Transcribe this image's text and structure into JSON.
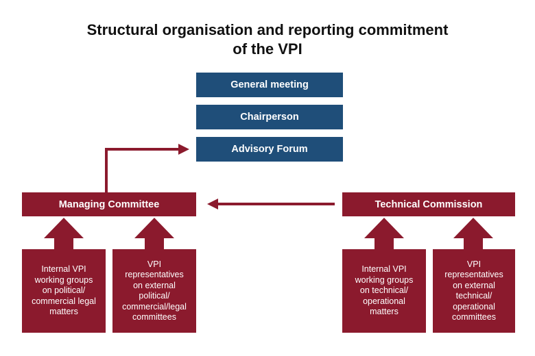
{
  "title": {
    "line1": "Structural organisation and reporting commitment",
    "line2": "of the VPI"
  },
  "top_boxes": {
    "general_meeting": "General meeting",
    "chairperson": "Chairperson",
    "advisory_forum": "Advisory Forum"
  },
  "managing_committee": {
    "label": "Managing Committee",
    "sub1": [
      "Internal VPI",
      "working groups",
      "on political/",
      "commercial legal",
      "matters"
    ],
    "sub2": [
      "VPI",
      "representatives",
      "on external",
      "political/",
      "commercial/legal",
      "committees"
    ]
  },
  "technical_commission": {
    "label": "Technical Commission",
    "sub1": [
      "Internal VPI",
      "working groups",
      "on technical/",
      "operational",
      "matters"
    ],
    "sub2": [
      "VPI",
      "representatives",
      "on external",
      "technical/",
      "operational",
      "committees"
    ]
  },
  "colors": {
    "blue": "#1f4e79",
    "red": "#8b1a2d"
  }
}
